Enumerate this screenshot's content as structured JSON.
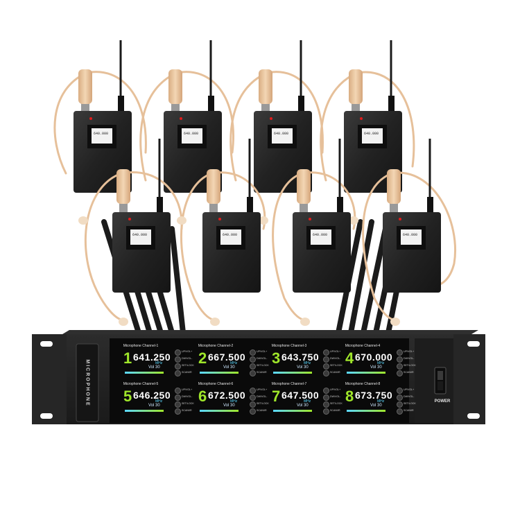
{
  "receiver": {
    "side_label": "MICROPHONE",
    "power_label": "POWER",
    "button_labels": [
      "UP/VOL+",
      "DW/VOL-",
      "SET/LOCK",
      "SCAN/IR"
    ],
    "channels": [
      {
        "title": "Microphone Channel-1",
        "number": "1",
        "freq": "641.250",
        "unit": "MHz",
        "vol": "Vol 30"
      },
      {
        "title": "Microphone Channel-2",
        "number": "2",
        "freq": "667.500",
        "unit": "MHz",
        "vol": "Vol 30"
      },
      {
        "title": "Microphone Channel-3",
        "number": "3",
        "freq": "643.750",
        "unit": "MHz",
        "vol": "Vol 30"
      },
      {
        "title": "Microphone Channel-4",
        "number": "4",
        "freq": "670.000",
        "unit": "MHz",
        "vol": "Vol 30"
      },
      {
        "title": "Microphone Channel-5",
        "number": "5",
        "freq": "646.250",
        "unit": "MHz",
        "vol": "Vol 30"
      },
      {
        "title": "Microphone Channel-6",
        "number": "6",
        "freq": "672.500",
        "unit": "MHz",
        "vol": "Vol 30"
      },
      {
        "title": "Microphone Channel-7",
        "number": "7",
        "freq": "647.500",
        "unit": "MHz",
        "vol": "Vol 30"
      },
      {
        "title": "Microphone Channel-8",
        "number": "8",
        "freq": "673.750",
        "unit": "MHz",
        "vol": "Vol 30"
      }
    ]
  },
  "transmitters": {
    "lcd_text": "640.000",
    "count": 8
  },
  "colors": {
    "body": "#1f1f1f",
    "headset": "#e8c29a",
    "display_green": "#9fe62a",
    "display_blue": "#5ad8ff",
    "led_red": "#e01b1b"
  }
}
